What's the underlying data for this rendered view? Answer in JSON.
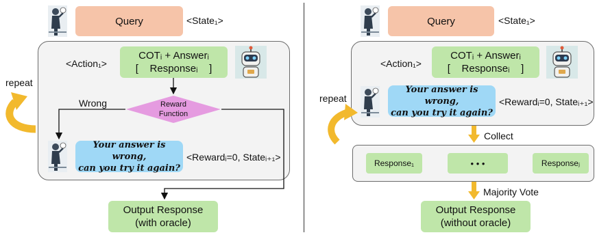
{
  "left": {
    "state_label": "<State₁>",
    "query_label": "Query",
    "action_label": "<Action₁>",
    "cot_line1": "COTᵢ + Answerᵢ",
    "cot_line2": "[    Responseᵢ    ]",
    "reward_function_line1": "Reward",
    "reward_function_line2": "Function",
    "wrong_label": "Wrong",
    "repeat_label": "repeat",
    "feedback_line1": "Your answer is wrong,",
    "feedback_line2": "can you try it again?",
    "reward_state_label": "<Rewardᵢ=0, Stateᵢ₊₁>",
    "output_line1": "Output Response",
    "output_line2": "(with oracle)"
  },
  "right": {
    "state_label": "<State₁>",
    "query_label": "Query",
    "action_label": "<Action₁>",
    "cot_line1": "COTᵢ + Answerᵢ",
    "cot_line2": "[    Responseᵢ    ]",
    "repeat_label": "repeat",
    "feedback_line1": "Your answer is wrong,",
    "feedback_line2": "can you try it again?",
    "reward_state_label": "<Rewardᵢ=0, Stateᵢ₊₁>",
    "collect_label": "Collect",
    "responses": [
      "Response₁",
      "• • •",
      "Responseⱼ"
    ],
    "majority_vote_label": "Majority Vote",
    "output_line1": "Output Response",
    "output_line2": "(without oracle)"
  },
  "colors": {
    "query": "#f6c4a9",
    "green": "#bfe6a9",
    "blue": "#9fd8f6",
    "reward_diamond": "#e59be0",
    "arrow_yellow": "#f2b92d"
  },
  "icons": {
    "person": "person-thinking-icon",
    "robot": "robot-icon",
    "repeat": "repeat-arrow-icon"
  }
}
